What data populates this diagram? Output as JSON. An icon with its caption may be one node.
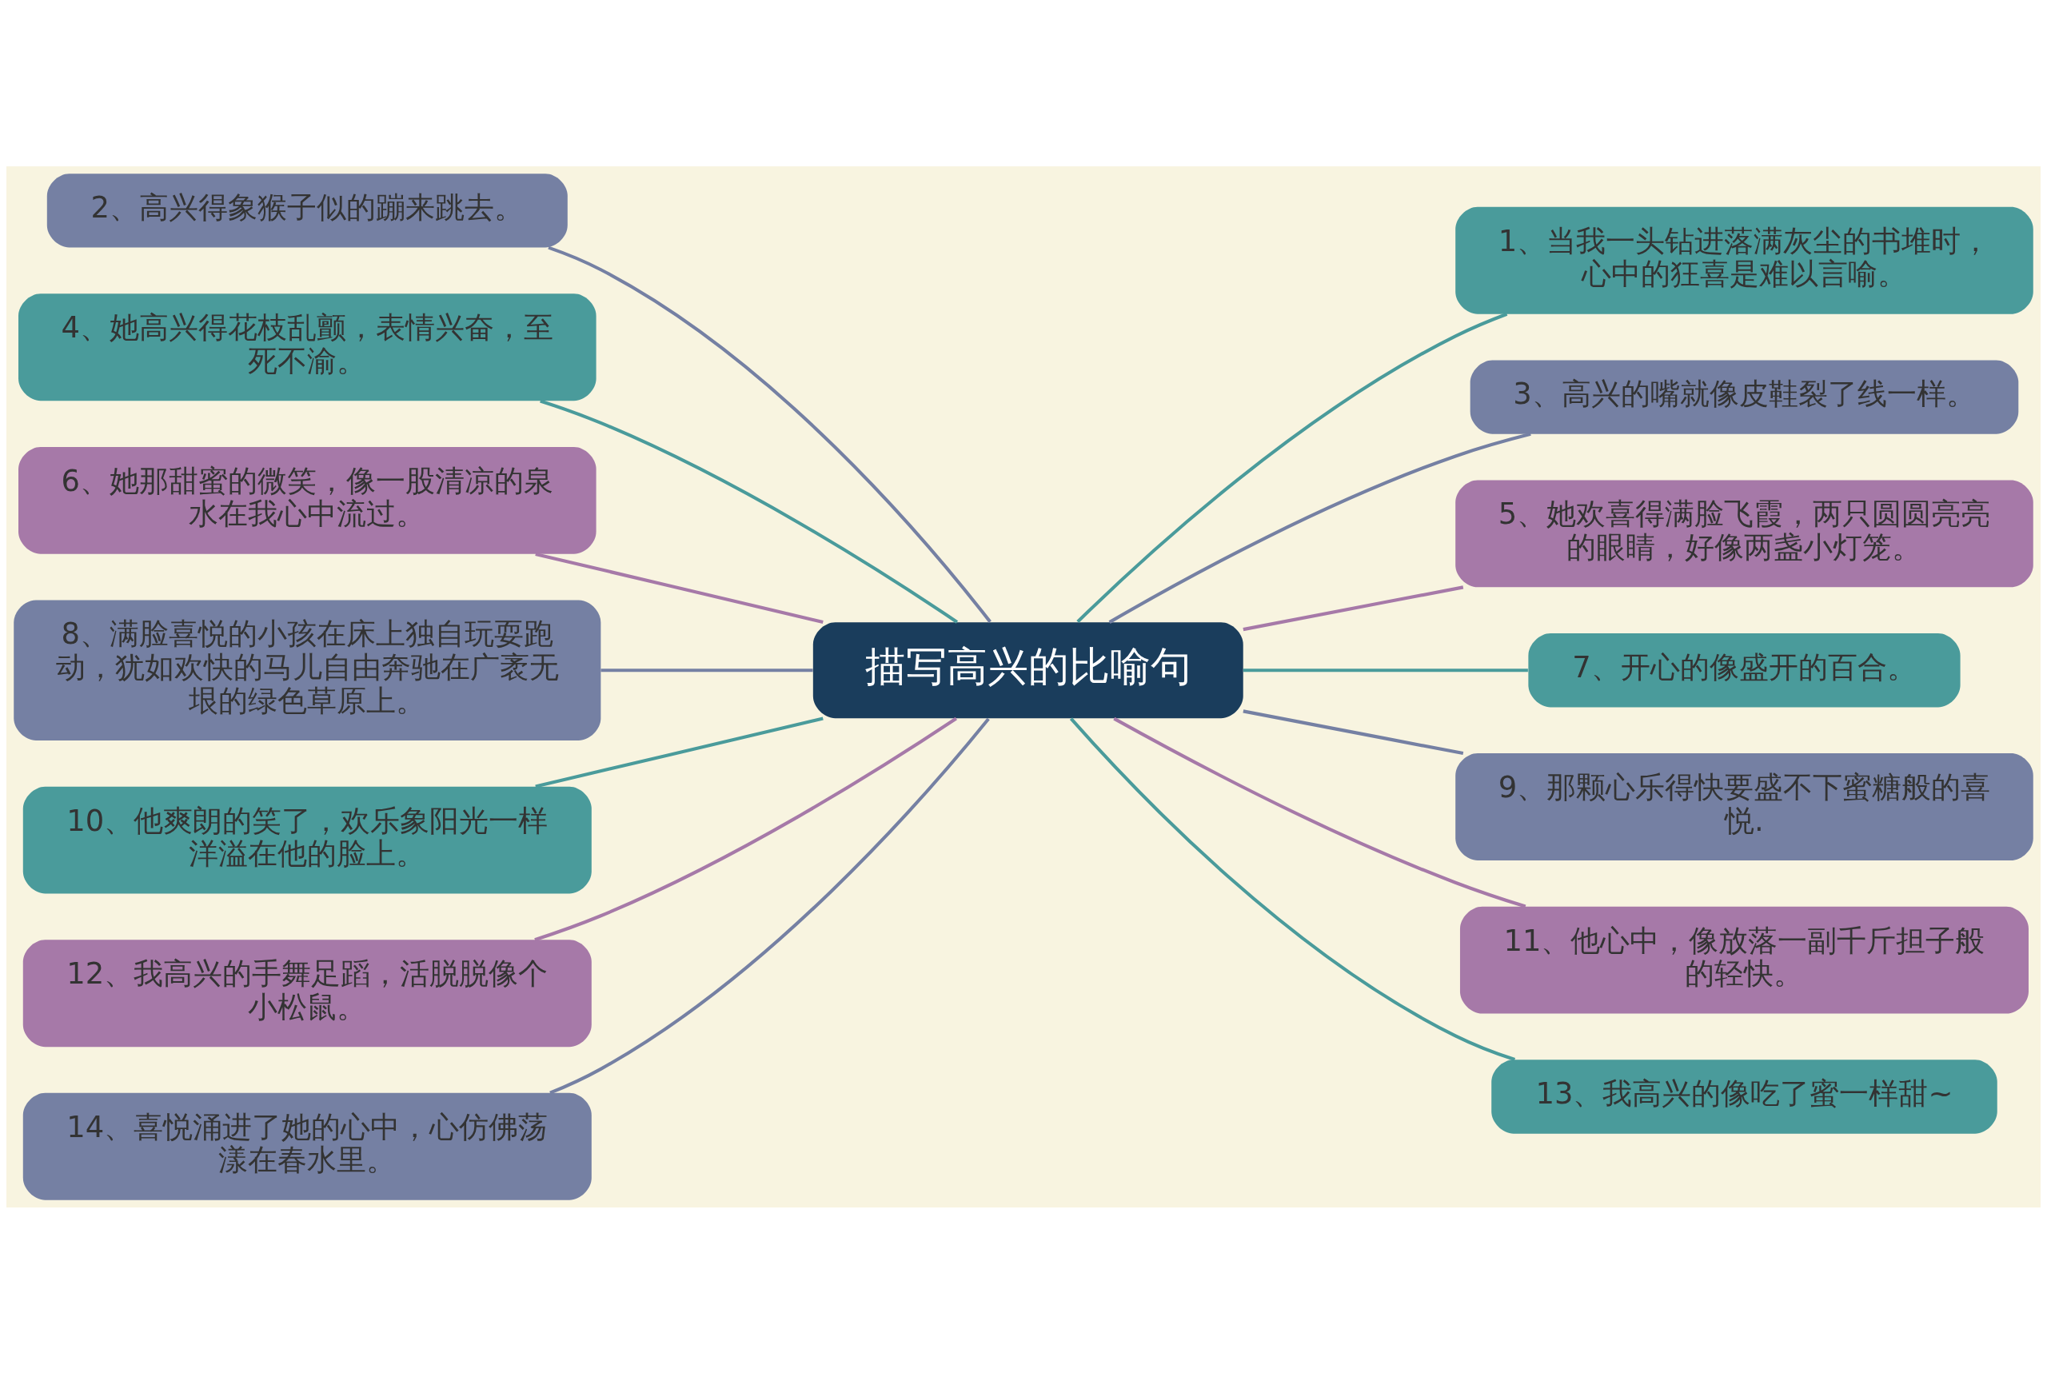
{
  "diagram": {
    "nodes": [
      {
        "text": [
          "描写高兴的比喻句"
        ]
      },
      {
        "text": [
          "1、当我一头钻进落满灰尘的书堆时，心中的狂喜是难以言喻。"
        ]
      },
      {
        "text": [
          "2、高兴得象猴子似的蹦来跳去。"
        ]
      },
      {
        "text": [
          "3、高兴的嘴就像皮鞋裂了线一样。"
        ]
      },
      {
        "text": [
          "4、她高兴得花枝乱颤，表情兴奋，至死不渝。"
        ]
      },
      {
        "text": [
          "5、她欢喜得满脸飞霞，两只圆圆亮亮的眼睛，好像两盏小灯笼。"
        ]
      },
      {
        "text": [
          "6、她那甜蜜的微笑，像一股清凉的泉水在我心中流过。"
        ]
      },
      {
        "text": [
          "7、开心的像盛开的百合。"
        ]
      },
      {
        "text": [
          "8、满脸喜悦的小孩在床上独自玩耍跑动，犹如欢快的马儿自由奔驰在广袤无垠的绿色草原上。"
        ]
      },
      {
        "text": [
          "9、那颗心乐得快要盛不下蜜糖般的喜悦."
        ]
      },
      {
        "text": [
          "10、他爽朗的笑了，欢乐象阳光一样洋溢在他的脸上。"
        ]
      },
      {
        "text": [
          "11、他心中，像放落一副千斤担子般的轻快。"
        ]
      },
      {
        "text": [
          "12、我高兴的手舞足蹈，活脱脱像个小松鼠。"
        ]
      },
      {
        "text": [
          "13、我高兴的像吃了蜜一样甜~"
        ]
      },
      {
        "text": [
          "14、喜悦涌进了她的心中，心仿佛荡漾在春水里。"
        ]
      }
    ],
    "edges": [
      {
        "from": 0,
        "to": 1,
        "arrow": "none",
        "color": "#4a9b9b"
      },
      {
        "from": 0,
        "to": 2,
        "arrow": "none",
        "color": "#7580a3"
      },
      {
        "from": 0,
        "to": 3,
        "arrow": "none",
        "color": "#7580a3"
      },
      {
        "from": 0,
        "to": 4,
        "arrow": "none",
        "color": "#4a9b9b"
      },
      {
        "from": 0,
        "to": 5,
        "arrow": "none",
        "color": "#a679a8"
      },
      {
        "from": 0,
        "to": 6,
        "arrow": "none",
        "color": "#a679a8"
      },
      {
        "from": 0,
        "to": 7,
        "arrow": "none",
        "color": "#4a9b9b"
      },
      {
        "from": 0,
        "to": 8,
        "arrow": "none",
        "color": "#7580a3"
      },
      {
        "from": 0,
        "to": 9,
        "arrow": "none",
        "color": "#7580a3"
      },
      {
        "from": 0,
        "to": 10,
        "arrow": "none",
        "color": "#4a9b9b"
      },
      {
        "from": 0,
        "to": 11,
        "arrow": "none",
        "color": "#a679a8"
      },
      {
        "from": 0,
        "to": 12,
        "arrow": "none",
        "color": "#a679a8"
      },
      {
        "from": 0,
        "to": 13,
        "arrow": "none",
        "color": "#4a9b9b"
      },
      {
        "from": 0,
        "to": 14,
        "arrow": "none",
        "color": "#7580a3"
      }
    ]
  }
}
